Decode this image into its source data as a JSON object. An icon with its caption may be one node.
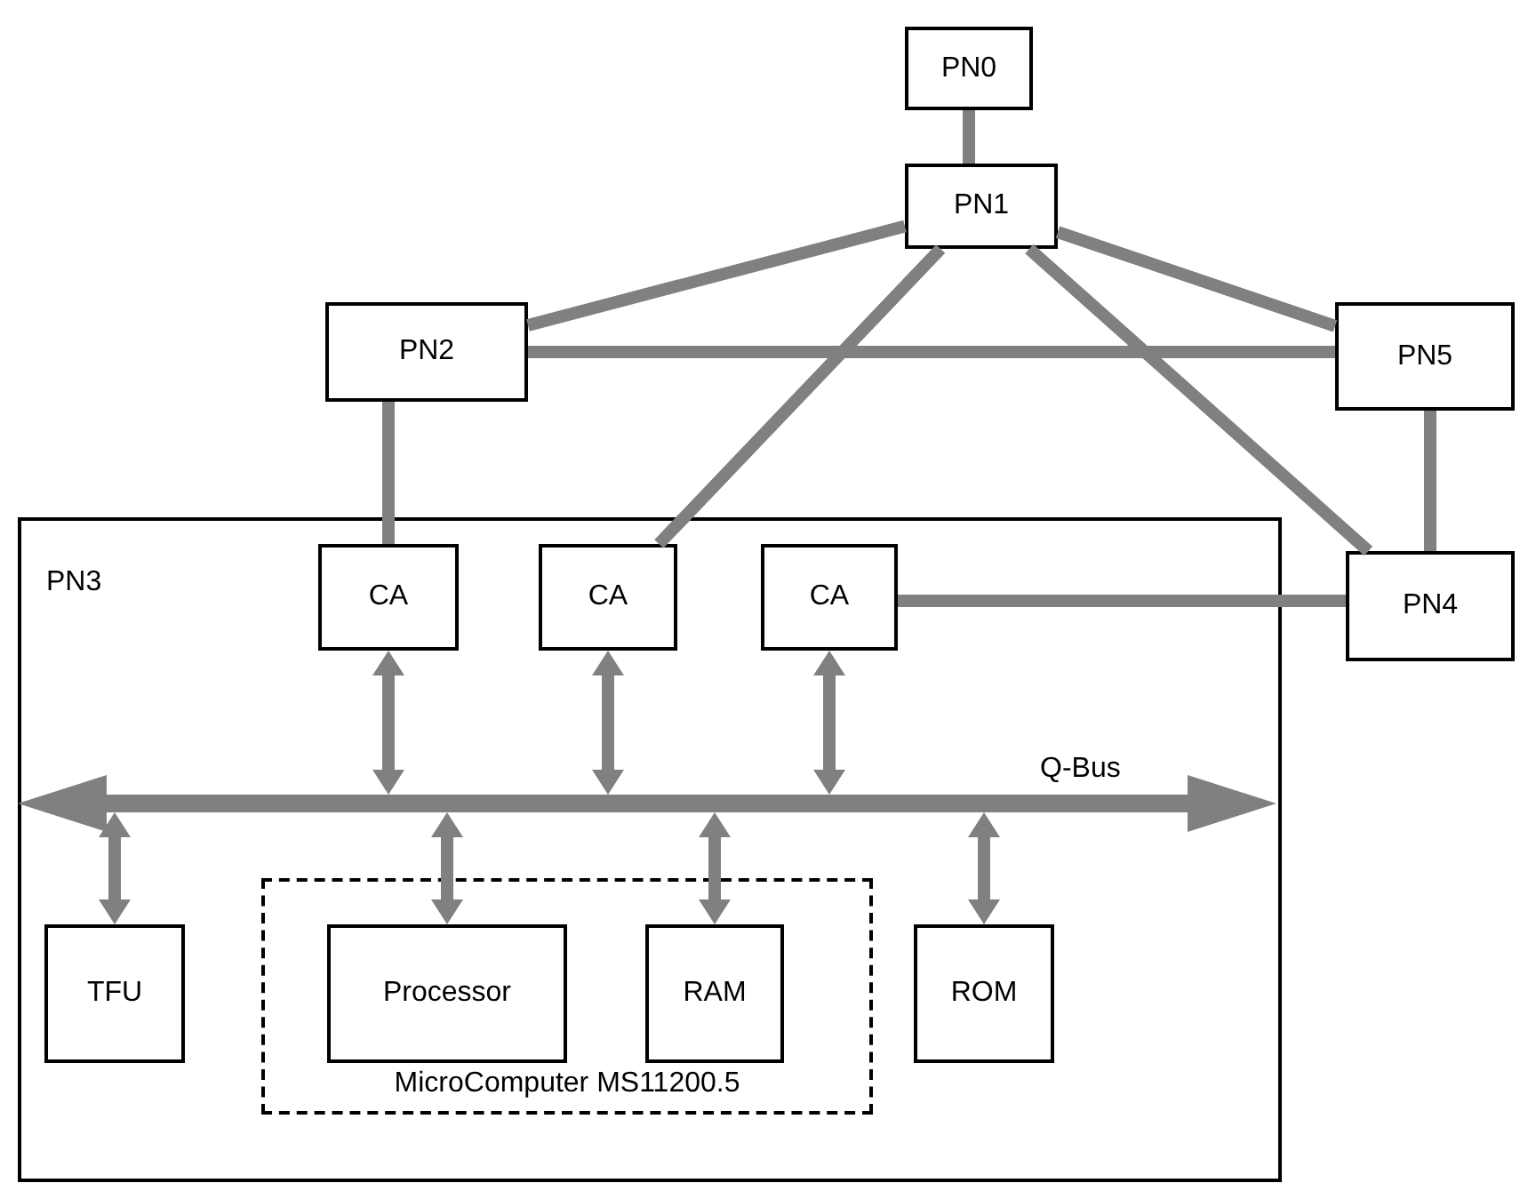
{
  "diagram": {
    "nodes": [
      {
        "text": [
          "PN0"
        ]
      },
      {
        "text": [
          "PN1"
        ]
      },
      {
        "text": [
          "PN2"
        ]
      },
      {
        "text": [
          "PN5"
        ]
      },
      {
        "text": [
          "PN3"
        ]
      },
      {
        "text": [
          "CA"
        ],
        "in": 4
      },
      {
        "text": [
          "CA"
        ],
        "in": 4
      },
      {
        "text": [
          "CA"
        ],
        "in": 4
      },
      {
        "text": [
          "PN4"
        ]
      },
      {
        "text": [
          "Q-Bus"
        ],
        "in": 4
      },
      {
        "text": [
          "TFU"
        ],
        "in": 4
      },
      {
        "text": [
          "MicroComputer MS11200.5"
        ],
        "in": 4
      },
      {
        "text": [
          "Processor"
        ],
        "in": 11
      },
      {
        "text": [
          "RAM"
        ],
        "in": 11
      },
      {
        "text": [
          "ROM"
        ],
        "in": 4
      }
    ],
    "edges": [
      {
        "from": 0,
        "to": 1,
        "arrow": "none"
      },
      {
        "from": 1,
        "to": 2,
        "arrow": "none"
      },
      {
        "from": 1,
        "to": 3,
        "arrow": "none"
      },
      {
        "from": 1,
        "to": 6,
        "arrow": "none"
      },
      {
        "from": 1,
        "to": 8,
        "arrow": "none"
      },
      {
        "from": 2,
        "to": 3,
        "arrow": "none"
      },
      {
        "from": 2,
        "to": 5,
        "arrow": "none"
      },
      {
        "from": 3,
        "to": 8,
        "arrow": "none"
      },
      {
        "from": 7,
        "to": 8,
        "arrow": "none"
      },
      {
        "from": 5,
        "to": 9,
        "arrow": "both"
      },
      {
        "from": 6,
        "to": 9,
        "arrow": "both"
      },
      {
        "from": 7,
        "to": 9,
        "arrow": "both"
      },
      {
        "from": 9,
        "to": 10,
        "arrow": "both"
      },
      {
        "from": 9,
        "to": 12,
        "arrow": "both"
      },
      {
        "from": 9,
        "to": 13,
        "arrow": "both"
      },
      {
        "from": 9,
        "to": 14,
        "arrow": "both"
      }
    ]
  }
}
